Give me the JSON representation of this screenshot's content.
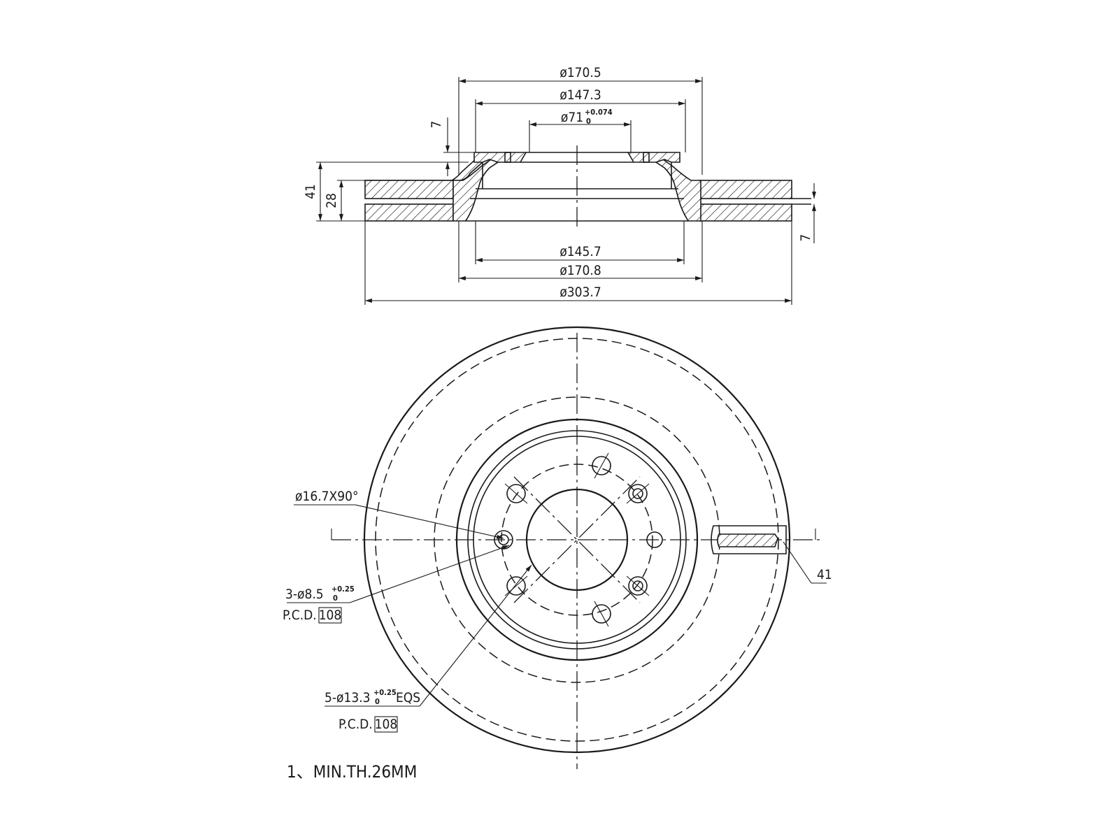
{
  "section_view": {
    "dims": {
      "d_170_5": "ø170.5",
      "d_147_3": "ø147.3",
      "d_71": "ø71",
      "d_71_tol_upper": "+0.074",
      "d_71_tol_lower": "0",
      "d_145_7": "ø145.7",
      "d_170_8": "ø170.8",
      "d_303_7": "ø303.7",
      "hat_7": "7",
      "overall_41": "41",
      "disc_28": "28",
      "vent_7": "7"
    }
  },
  "front_view": {
    "chamfer_hole": "ø16.7X90°",
    "small_holes_label": "3-ø8.5",
    "small_holes_tol_upper": "+0.25",
    "small_holes_tol_lower": "0",
    "small_holes_pcd_prefix": "P.C.D.",
    "small_holes_pcd_value": "108",
    "bolt_holes_label": "5-ø13.3",
    "bolt_holes_tol_upper": "+0.25",
    "bolt_holes_tol_lower": "0",
    "bolt_holes_suffix": "EQS",
    "bolt_holes_pcd_prefix": "P.C.D.",
    "bolt_holes_pcd_value": "108",
    "section_41": "41"
  },
  "notes": {
    "note_1": "1、MIN.TH.26MM"
  }
}
